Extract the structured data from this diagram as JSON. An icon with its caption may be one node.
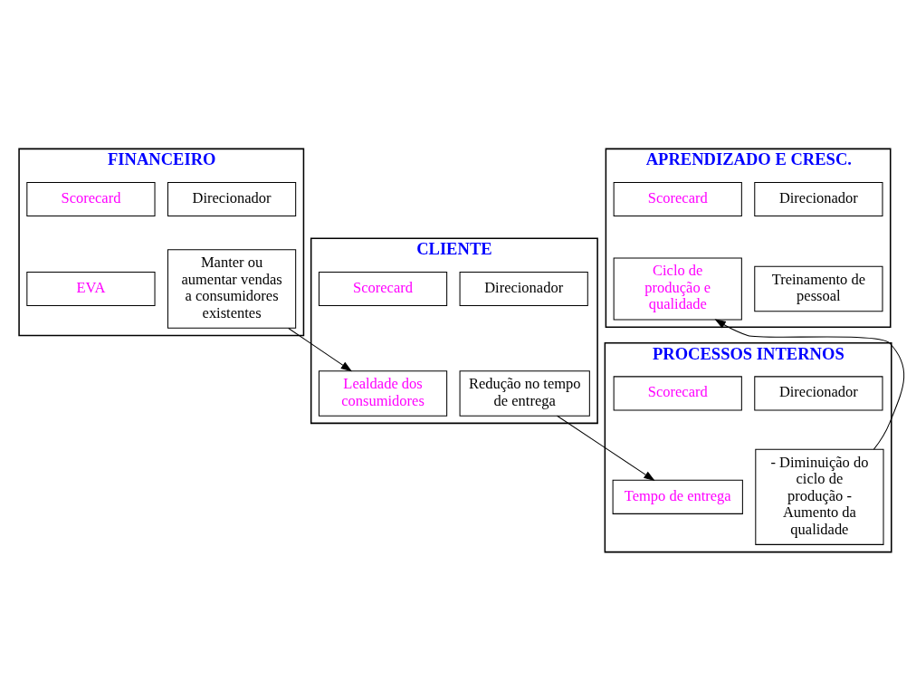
{
  "diagram": {
    "nodes": [
      {
        "text": [
          "FINANCEIRO"
        ]
      },
      {
        "text": [
          "Scorecard"
        ],
        "in": 0
      },
      {
        "text": [
          "Direcionador"
        ],
        "in": 0
      },
      {
        "text": [
          "EVA"
        ],
        "in": 0
      },
      {
        "text": [
          "Manter ou aumentar vendas a consumidores existentes"
        ],
        "in": 0
      },
      {
        "text": [
          "APRENDIZADO E CRESC."
        ]
      },
      {
        "text": [
          "Scorecard"
        ],
        "in": 5
      },
      {
        "text": [
          "Direcionador"
        ],
        "in": 5
      },
      {
        "text": [
          "Ciclo de produção e qualidade"
        ],
        "in": 5
      },
      {
        "text": [
          "Treinamento de pessoal"
        ],
        "in": 5
      },
      {
        "text": [
          "CLIENTE"
        ]
      },
      {
        "text": [
          "Scorecard"
        ],
        "in": 10
      },
      {
        "text": [
          "Direcionador"
        ],
        "in": 10
      },
      {
        "text": [
          "Lealdade dos consumidores"
        ],
        "in": 10
      },
      {
        "text": [
          "Redução no tempo de entrega"
        ],
        "in": 10
      },
      {
        "text": [
          "PROCESSOS INTERNOS"
        ]
      },
      {
        "text": [
          "Scorecard"
        ],
        "in": 15
      },
      {
        "text": [
          "Direcionador"
        ],
        "in": 15
      },
      {
        "text": [
          "Tempo de entrega"
        ],
        "in": 15
      },
      {
        "text": [
          "- Diminuição do ciclo de produção - Aumento da qualidade"
        ],
        "in": 15
      }
    ],
    "edges": [
      {
        "from": 4,
        "to": 13,
        "arrow": "to"
      },
      {
        "from": 14,
        "to": 18,
        "arrow": "to"
      },
      {
        "from": 19,
        "to": 8,
        "arrow": "to"
      }
    ]
  }
}
